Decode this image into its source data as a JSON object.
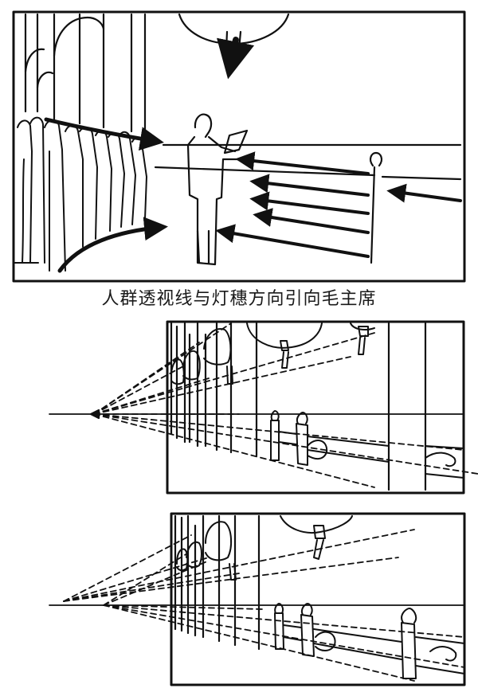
{
  "caption": "人群透视线与灯穗方向引向毛主席",
  "colors": {
    "ink": "#111111",
    "paper": "#ffffff"
  },
  "panels": [
    {
      "role": "illustration",
      "subject": "figure-reading-with-crowd-and-arrows"
    },
    {
      "role": "perspective-study",
      "subject": "colonnade-with-lanterns-vanishing-point-left"
    },
    {
      "role": "perspective-study",
      "subject": "colonnade-with-lanterns-two-vanishing-points"
    }
  ]
}
